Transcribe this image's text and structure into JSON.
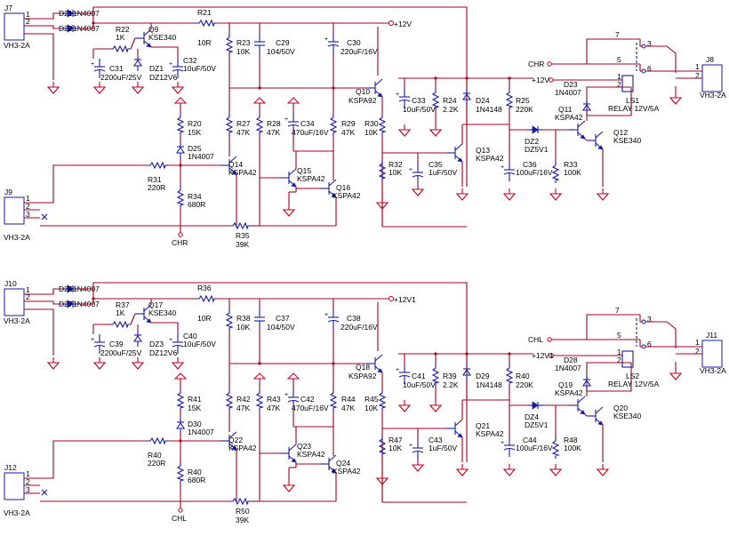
{
  "channels": [
    {
      "name": "top",
      "connectors": {
        "in1": "J7",
        "in2": "J9",
        "out": "J8",
        "type": "VH3-2A"
      },
      "pins": [
        "1",
        "2",
        "3"
      ],
      "rail": "+12V",
      "sense": "CHR",
      "parts": {
        "D_a": "D21",
        "D_b": "D22",
        "D_model": "1N4007",
        "R_a": "R22",
        "R_a_val": "1K",
        "Q_reg": "Q9",
        "Q_reg_model": "KSE340",
        "R_b": "R21",
        "R_b_val": "10R",
        "C_a": "C31",
        "C_a_val": "2200uF/25V",
        "DZ_a": "DZ1",
        "DZ_a_val": "DZ12V6",
        "C_b": "C32",
        "C_b_val": "10uF/50V",
        "R_c": "R23",
        "R_c_val": "10K",
        "C_c": "C29",
        "C_c_val": "104/50V",
        "C_d": "C30",
        "C_d_val": "220uF/16V",
        "R_d": "R20",
        "R_d_val": "15K",
        "D_c": "D25",
        "D_c_model": "1N4007",
        "R_e": "R31",
        "R_e_val": "220R",
        "R_f": "R34",
        "R_f_val": "680R",
        "Q_in": "Q14",
        "Q_in_model": "KSPA42",
        "R_g": "R27",
        "R_g_val": "47K",
        "R_h": "R28",
        "R_h_val": "47K",
        "C_e": "C34",
        "C_e_val": "470uF/16V",
        "R_i": "R29",
        "R_i_val": "47K",
        "Q_m1": "Q15",
        "Q_m1_model": "KSPA42",
        "Q_m2": "Q16",
        "Q_m2_model": "KSPA42",
        "R_j": "R35",
        "R_j_val": "39K",
        "Q_p": "Q10",
        "Q_p_model": "KSPA92",
        "R_k": "R30",
        "R_k_val": "10K",
        "C_f": "C33",
        "C_f_val": "10uF/50V",
        "R_l": "R24",
        "R_l_val": "2.2K",
        "D_d": "D24",
        "D_d_model": "1N4148",
        "R_m": "R25",
        "R_m_val": "220K",
        "R_n": "R32",
        "R_n_val": "10K",
        "C_g": "C35",
        "C_g_val": "1uF/50V",
        "Q_n": "Q13",
        "Q_n_model": "KSPA42",
        "C_h": "C36",
        "C_h_val": "100uF/16V",
        "R_o": "R33",
        "R_o_val": "100K",
        "DZ_b": "DZ2",
        "DZ_b_val": "DZ5V1",
        "Q_d1": "Q11",
        "Q_d1_model": "KSPA42",
        "Q_d2": "Q12",
        "Q_d2_model": "KSE340",
        "D_e": "D23",
        "D_e_model": "1N4007",
        "LS": "LS1",
        "LS_model": "RELAY 12V/5A",
        "relay_pins": [
          "7",
          "5",
          "3",
          "6",
          "1",
          "2"
        ]
      }
    },
    {
      "name": "bottom",
      "connectors": {
        "in1": "J10",
        "in2": "J12",
        "out": "J11",
        "type": "VH3-2A"
      },
      "pins": [
        "1",
        "2",
        "3"
      ],
      "rail": "+12V1",
      "sense": "CHL",
      "parts": {
        "D_a": "D26",
        "D_b": "D27",
        "D_model": "1N4007",
        "R_a": "R37",
        "R_a_val": "1K",
        "Q_reg": "Q17",
        "Q_reg_model": "KSE340",
        "R_b": "R36",
        "R_b_val": "10R",
        "C_a": "C39",
        "C_a_val": "2200uF/25V",
        "DZ_a": "DZ3",
        "DZ_a_val": "DZ12V6",
        "C_b": "C40",
        "C_b_val": "10uF/50V",
        "R_c": "R38",
        "R_c_val": "10K",
        "C_c": "C37",
        "C_c_val": "104/50V",
        "C_d": "C38",
        "C_d_val": "220uF/16V",
        "R_d": "R41",
        "R_d_val": "15K",
        "D_c": "D30",
        "D_c_model": "1N4007",
        "R_e": "R40",
        "R_e_val": "220R",
        "R_f": "R40",
        "R_f_val": "680R",
        "Q_in": "Q22",
        "Q_in_model": "KSPA42",
        "R_g": "R42",
        "R_g_val": "47K",
        "R_h": "R43",
        "R_h_val": "47K",
        "C_e": "C42",
        "C_e_val": "470uF/16V",
        "R_i": "R44",
        "R_i_val": "47K",
        "Q_m1": "Q23",
        "Q_m1_model": "KSPA42",
        "Q_m2": "Q24",
        "Q_m2_model": "KSPA42",
        "R_j": "R50",
        "R_j_val": "39K",
        "Q_p": "Q18",
        "Q_p_model": "KSPA92",
        "R_k": "R45",
        "R_k_val": "10K",
        "C_f": "C41",
        "C_f_val": "10uF/50V",
        "R_l": "R39",
        "R_l_val": "2.2K",
        "D_d": "D29",
        "D_d_model": "1N4148",
        "R_m": "R40",
        "R_m_val": "220K",
        "R_n": "R47",
        "R_n_val": "10K",
        "C_g": "C43",
        "C_g_val": "1uF/50V",
        "Q_n": "Q21",
        "Q_n_model": "KSPA42",
        "C_h": "C44",
        "C_h_val": "100uF/16V",
        "R_o": "R48",
        "R_o_val": "100K",
        "DZ_b": "DZ4",
        "DZ_b_val": "DZ5V1",
        "Q_d1": "Q19",
        "Q_d1_model": "KSPA42",
        "Q_d2": "Q20",
        "Q_d2_model": "KSE340",
        "D_e": "D28",
        "D_e_model": "1N4007",
        "LS": "LS2",
        "LS_model": "RELAY 12V/5A",
        "relay_pins": [
          "7",
          "5",
          "3",
          "6",
          "1",
          "2"
        ]
      }
    }
  ],
  "colors": {
    "wire": "#a0001e",
    "component": "#1a1aa0",
    "text": "#000000",
    "background": "#ffffff"
  }
}
